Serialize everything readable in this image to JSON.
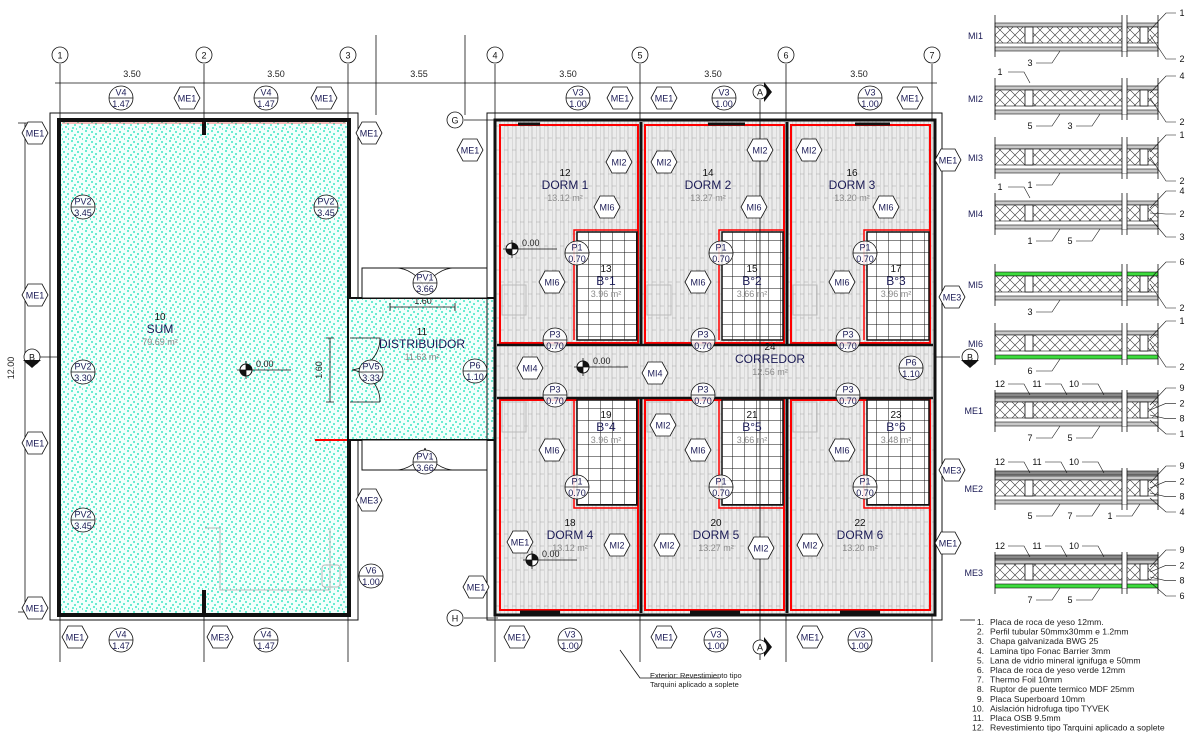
{
  "grid": {
    "columns": [
      "1",
      "2",
      "3",
      "4",
      "5",
      "6",
      "7"
    ],
    "rows": [
      "G",
      "B",
      "H"
    ],
    "column_dims": [
      "3.50",
      "3.50",
      "3.55",
      "3.50",
      "3.50",
      "3.50"
    ],
    "overall_height": "12.00",
    "section_marker": "A"
  },
  "rooms": [
    {
      "num": "10",
      "name": "SUM",
      "area": "79.69 m²"
    },
    {
      "num": "11",
      "name": "DISTRIBUIDOR",
      "area": "11.63 m²"
    },
    {
      "num": "12",
      "name": "DORM 1",
      "area": "13.12 m²"
    },
    {
      "num": "14",
      "name": "DORM 2",
      "area": "13.27 m²"
    },
    {
      "num": "16",
      "name": "DORM 3",
      "area": "13.20 m²"
    },
    {
      "num": "13",
      "name": "B°1",
      "area": "3.96 m²"
    },
    {
      "num": "15",
      "name": "B°2",
      "area": "3.66 m²"
    },
    {
      "num": "17",
      "name": "B°3",
      "area": "3.96 m²"
    },
    {
      "num": "24",
      "name": "CORREDOR",
      "area": "12.56 m²"
    },
    {
      "num": "19",
      "name": "B°4",
      "area": "3.96 m²"
    },
    {
      "num": "21",
      "name": "B°5",
      "area": "3.66 m²"
    },
    {
      "num": "23",
      "name": "B°6",
      "area": "3.48 m²"
    },
    {
      "num": "18",
      "name": "DORM 4",
      "area": "13.12 m²"
    },
    {
      "num": "20",
      "name": "DORM 5",
      "area": "13.27 m²"
    },
    {
      "num": "22",
      "name": "DORM 6",
      "area": "13.20 m²"
    }
  ],
  "wall_tags": [
    "ME1",
    "ME1",
    "ME1",
    "ME1",
    "ME1",
    "ME1",
    "ME1",
    "ME1",
    "ME1",
    "ME1",
    "ME3",
    "ME1",
    "ME3",
    "ME1",
    "ME1",
    "ME1",
    "ME1",
    "ME1",
    "ME1",
    "ME3",
    "ME3",
    "ME1",
    "MI2",
    "MI2",
    "MI2",
    "MI2",
    "MI6",
    "MI6",
    "MI6",
    "MI6",
    "MI6",
    "MI6",
    "MI4",
    "MI4",
    "MI2",
    "MI6",
    "MI6",
    "MI6",
    "ME1",
    "MI2",
    "MI2",
    "MI2",
    "MI2"
  ],
  "opening_tags": [
    {
      "code": "V4",
      "size": "1.47"
    },
    {
      "code": "V4",
      "size": "1.47"
    },
    {
      "code": "V3",
      "size": "1.00"
    },
    {
      "code": "V3",
      "size": "1.00"
    },
    {
      "code": "V3",
      "size": "1.00"
    },
    {
      "code": "V4",
      "size": "1.47"
    },
    {
      "code": "V4",
      "size": "1.47"
    },
    {
      "code": "V3",
      "size": "1.00"
    },
    {
      "code": "V3",
      "size": "1.00"
    },
    {
      "code": "V3",
      "size": "1.00"
    },
    {
      "code": "V6",
      "size": "1.00"
    },
    {
      "code": "PV2",
      "size": "3.45"
    },
    {
      "code": "PV2",
      "size": "3.45"
    },
    {
      "code": "PV2",
      "size": "3.30"
    },
    {
      "code": "PV2",
      "size": "3.45"
    },
    {
      "code": "PV1",
      "size": "3.66"
    },
    {
      "code": "PV5",
      "size": "3.33"
    },
    {
      "code": "PV1",
      "size": "3.66"
    },
    {
      "code": "P6",
      "size": "1.10"
    },
    {
      "code": "P6",
      "size": "1.10"
    },
    {
      "code": "P1",
      "size": "0.70"
    },
    {
      "code": "P1",
      "size": "0.70"
    },
    {
      "code": "P1",
      "size": "0.70"
    },
    {
      "code": "P1",
      "size": "0.70"
    },
    {
      "code": "P1",
      "size": "0.70"
    },
    {
      "code": "P1",
      "size": "0.70"
    },
    {
      "code": "P3",
      "size": "0.70"
    },
    {
      "code": "P3",
      "size": "0.70"
    },
    {
      "code": "P3",
      "size": "0.70"
    },
    {
      "code": "P3",
      "size": "0.70"
    },
    {
      "code": "P3",
      "size": "0.70"
    },
    {
      "code": "P3",
      "size": "0.70"
    }
  ],
  "levels": [
    "0.00",
    "0.00",
    "0.00",
    "0.00"
  ],
  "inner_dims": [
    "1.60",
    "1.60"
  ],
  "exterior_note": [
    "Exterior: Revestimiento tipo",
    "Tarquini aplicado a soplete"
  ],
  "wall_sections": [
    {
      "label": "MI1",
      "above": [],
      "right": [
        "1",
        "2"
      ],
      "below": [
        "3"
      ],
      "green": ""
    },
    {
      "label": "MI2",
      "above": [
        "1"
      ],
      "right": [
        "4",
        "2"
      ],
      "below": [
        "5",
        "3"
      ],
      "green": ""
    },
    {
      "label": "MI3",
      "above": [],
      "right": [
        "1",
        "2"
      ],
      "below": [
        "1"
      ],
      "green": ""
    },
    {
      "label": "MI4",
      "above": [
        "1"
      ],
      "right": [
        "4",
        "2",
        "3"
      ],
      "below": [
        "1",
        "5"
      ],
      "green": ""
    },
    {
      "label": "MI5",
      "above": [],
      "right": [
        "6",
        "2"
      ],
      "below": [
        "3"
      ],
      "green": "top"
    },
    {
      "label": "MI6",
      "above": [],
      "right": [
        "1",
        "2"
      ],
      "below": [
        "6"
      ],
      "green": "bottom"
    },
    {
      "label": "ME1",
      "above": [
        "12",
        "11",
        "10"
      ],
      "right": [
        "9",
        "2",
        "8",
        "1"
      ],
      "below": [
        "7",
        "5"
      ],
      "green": ""
    },
    {
      "label": "ME2",
      "above": [
        "12",
        "11",
        "10"
      ],
      "right": [
        "9",
        "2",
        "8",
        "4"
      ],
      "below": [
        "5",
        "7",
        "1"
      ],
      "green": ""
    },
    {
      "label": "ME3",
      "above": [
        "12",
        "11",
        "10"
      ],
      "right": [
        "9",
        "2",
        "8",
        "6"
      ],
      "below": [
        "7",
        "5"
      ],
      "green": "bottom"
    }
  ],
  "legend": [
    {
      "n": "1.",
      "text": "Placa de roca de yeso 12mm."
    },
    {
      "n": "2.",
      "text": "Perfil tubular 50mmx30mm e 1.2mm"
    },
    {
      "n": "3.",
      "text": "Chapa galvanizada BWG 25"
    },
    {
      "n": "4.",
      "text": "Lamina tipo Fonac Barrier 3mm"
    },
    {
      "n": "5.",
      "text": "Lana de vidrio mineral ignifuga e 50mm"
    },
    {
      "n": "6.",
      "text": "Placa de roca de yeso verde 12mm"
    },
    {
      "n": "7.",
      "text": "Thermo Foil 10mm"
    },
    {
      "n": "8.",
      "text": "Ruptor de puente termico MDF 25mm"
    },
    {
      "n": "9.",
      "text": "Placa Superboard 10mm"
    },
    {
      "n": "10.",
      "text": "Aislación hidrofuga tipo TYVEK"
    },
    {
      "n": "11.",
      "text": "Placa OSB 9.5mm"
    },
    {
      "n": "12.",
      "text": "Revestimiento tipo Tarquini aplicado a soplete"
    }
  ],
  "colors": {
    "floor_cyan": "#19e0b8",
    "wall_red": "#ff0000",
    "plank": "#e6e6e6",
    "green_board": "#3ddc3d",
    "tag_text": "#1a1a55"
  }
}
